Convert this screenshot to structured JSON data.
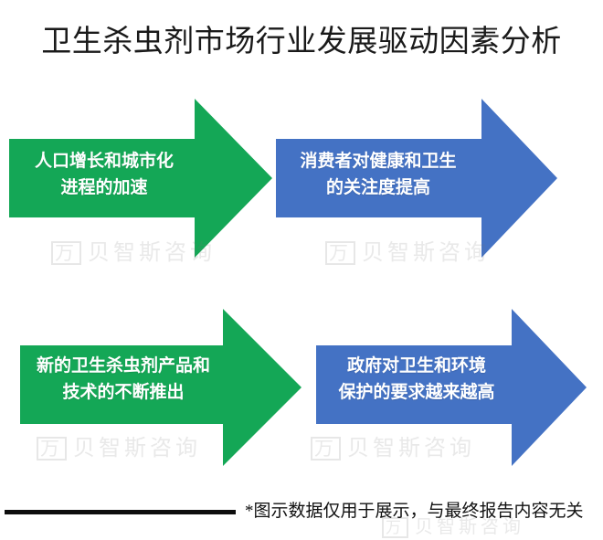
{
  "page": {
    "title": "卫生杀虫剂市场行业发展驱动因素分析",
    "background_color": "#ffffff"
  },
  "colors": {
    "green": "#14A756",
    "blue": "#4472C4",
    "title_text": "#1a1a1a",
    "arrow_text": "#ffffff",
    "footer_text": "#111111",
    "rule": "#0d0d0d"
  },
  "diagram": {
    "type": "arrow-blocks",
    "layout": "2x2",
    "arrows": [
      {
        "id": "arrow-1",
        "label": "人口增长和城市化\n进程的加速",
        "color": "#14A756",
        "color_name": "green",
        "row": 1,
        "column": 1
      },
      {
        "id": "arrow-2",
        "label": "消费者对健康和卫生\n的关注度提高",
        "color": "#4472C4",
        "color_name": "blue",
        "row": 1,
        "column": 2
      },
      {
        "id": "arrow-3",
        "label": "新的卫生杀虫剂产品和\n技术的不断推出",
        "color": "#14A756",
        "color_name": "green",
        "row": 2,
        "column": 1
      },
      {
        "id": "arrow-4",
        "label": "政府对卫生和环境\n保护的要求越来越高",
        "color": "#4472C4",
        "color_name": "blue",
        "row": 2,
        "column": 2
      }
    ]
  },
  "footer": {
    "note": "*图示数据仅用于展示，与最终报告内容无关",
    "rule_visible": true
  },
  "watermark": {
    "text": "贝智斯咨询",
    "mark": "万"
  }
}
